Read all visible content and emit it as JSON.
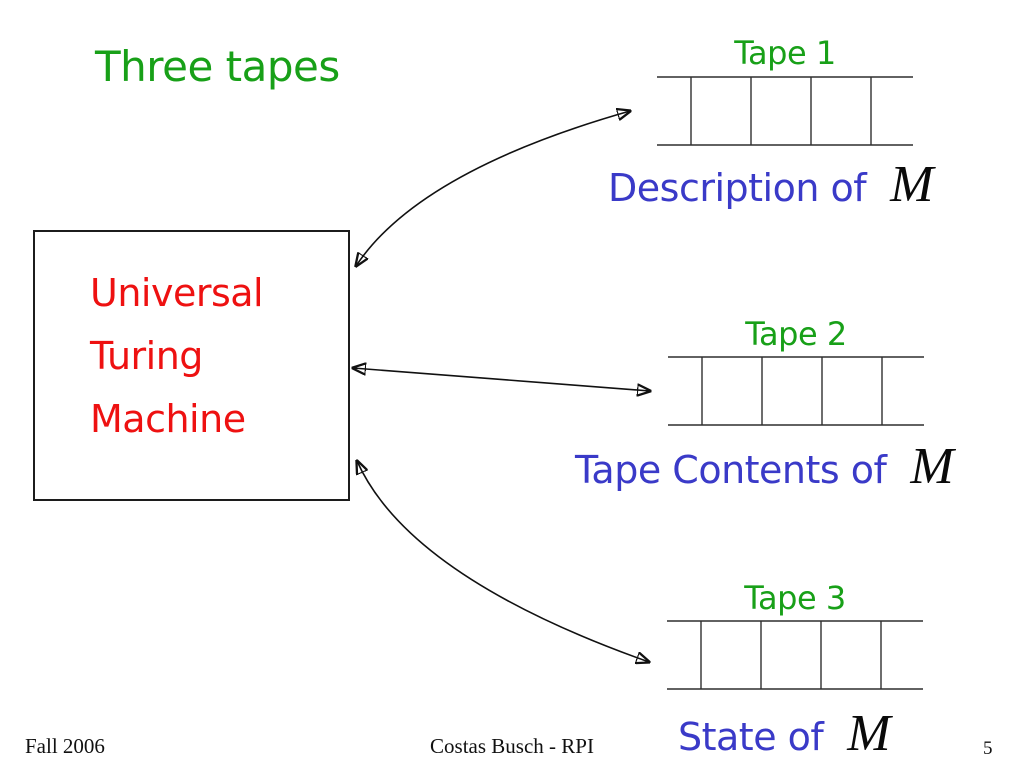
{
  "slide": {
    "title": "Three tapes",
    "machine_box": {
      "lines": [
        "Universal",
        "Turing",
        "Machine"
      ]
    },
    "tapes": [
      {
        "label": "Tape 1",
        "caption": "Description of",
        "symbol": "M"
      },
      {
        "label": "Tape 2",
        "caption": "Tape Contents of",
        "symbol": "M"
      },
      {
        "label": "Tape 3",
        "caption": "State of",
        "symbol": "M"
      }
    ],
    "footer": {
      "left": "Fall 2006",
      "center": "Costas Busch - RPI",
      "page": "5"
    },
    "colors": {
      "title_green": "#18a018",
      "machine_red": "#ee1111",
      "caption_blue": "#3a3ac8",
      "line_dark": "#2f2f2f"
    }
  }
}
